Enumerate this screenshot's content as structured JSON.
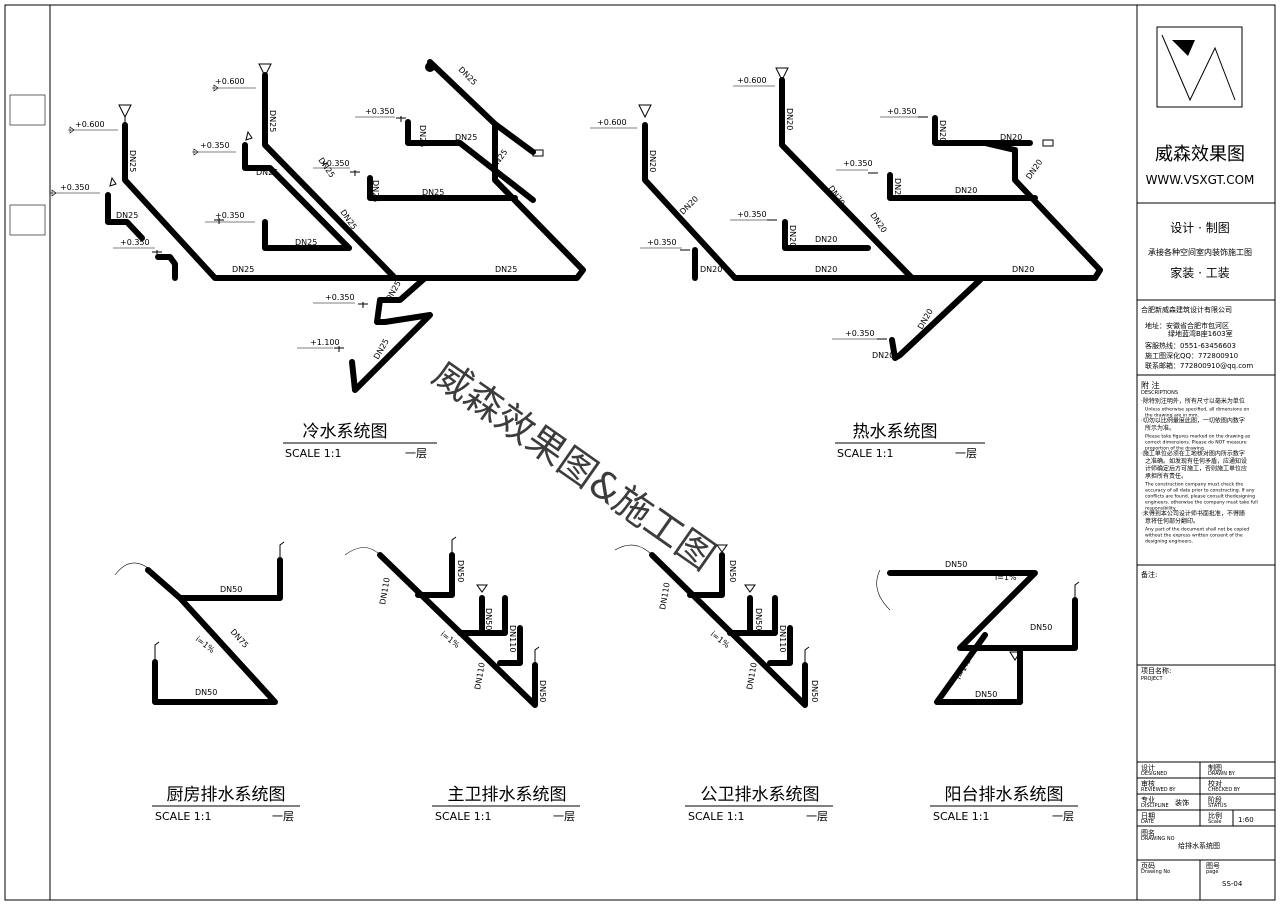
{
  "diagrams": {
    "cold": {
      "title": "冷水系统图",
      "scale": "SCALE 1:1",
      "floor": "一层"
    },
    "hot": {
      "title": "热水系统图",
      "scale": "SCALE 1:1",
      "floor": "一层"
    },
    "kitchen": {
      "title": "厨房排水系统图",
      "scale": "SCALE 1:1",
      "floor": "一层"
    },
    "master_bath": {
      "title": "主卫排水系统图",
      "scale": "SCALE 1:1",
      "floor": "一层"
    },
    "public_bath": {
      "title": "公卫排水系统图",
      "scale": "SCALE 1:1",
      "floor": "一层"
    },
    "balcony": {
      "title": "阳台排水系统图",
      "scale": "SCALE 1:1",
      "floor": "一层"
    }
  },
  "pipe_labels": {
    "dn25": "DN25",
    "dn20": "DN20",
    "dn50": "DN50",
    "dn75": "DN75",
    "dn110": "DN110",
    "slope": "i=1%"
  },
  "elevations": {
    "e0600": "+0.600",
    "e0350": "+0.350",
    "e1100": "+1.100"
  },
  "watermark": "威森效果图&施工图",
  "title_block": {
    "company_name": "威森效果图",
    "website": "WWW.VSXGT.COM",
    "service_line1": "设计 · 制图",
    "service_line2": "承接各种空间室内装饰施工图",
    "service_line3": "家装 · 工装",
    "firm": "合肥新威森建筑设计有限公司",
    "address_line1": "地址：安徽省合肥市包河区",
    "address_line2": "绿地蓝湾B座1603室",
    "hotline": "客服热线：0551-63456603",
    "qq_line": "施工图深化QQ：772800910",
    "email": "联系邮箱：772800910@qq.com",
    "notes_title": "附 注",
    "notes_title_en": "DESCRIPTIONS",
    "notes": [
      "·除特别注明外，所有尺寸以毫米为单位",
      "Unless otherwise specified, all dimensions on",
      "the drawing are in mm.",
      "·切勿以比例量度此图，一切依图内数字",
      "所示为准。",
      "Please take figures marked on the drawing as",
      "correct dimensions. Please do NOT measure",
      "proportion of the drawing.",
      "·施工单位必须在工地核对图内所示数字",
      "之准确。如发现有任何矛盾，应通知设",
      "计师确定后方可施工，否则施工单位应",
      "承担所有责任。",
      "The construction company must check the",
      "accuracy of all data prior to constructing. If any",
      "conflicts are found, please consult thedesigning",
      "engineers. otherwise the company must take full",
      "responsibility.",
      "·未得到本公司设计师书面批准，不得随",
      "意将任何部分翻印。",
      "Any part of the document shall not be copied",
      "without the express written consent of the",
      "designing engineers."
    ],
    "remarks_label": "备注:",
    "project_label": "项目名称:",
    "project_label_en": "PROJECT",
    "designed": "设计",
    "designed_en": "DESIGNED",
    "drawn": "制图",
    "drawn_en": "DRAWN BY",
    "reviewed": "审核",
    "reviewed_en": "REVIEWED BY",
    "checked": "校对",
    "checked_en": "CHECKED BY",
    "discipline": "专业",
    "discipline_en": "DISCIPLINE",
    "discipline_value": "装饰",
    "status": "阶段",
    "status_en": "STATUS",
    "date": "日期",
    "date_en": "DATE",
    "scale_label": "比例",
    "scale_label_en": "Scale",
    "scale_value": "1:60",
    "drawing_name_label": "图名",
    "drawing_name_label_en": "DRAWING NO",
    "drawing_name": "给排水系统图",
    "page_label": "页码",
    "page_label_en": "Drawing No",
    "sheet_label": "图号",
    "sheet_label_en": "page",
    "sheet_no": "SS-04"
  }
}
